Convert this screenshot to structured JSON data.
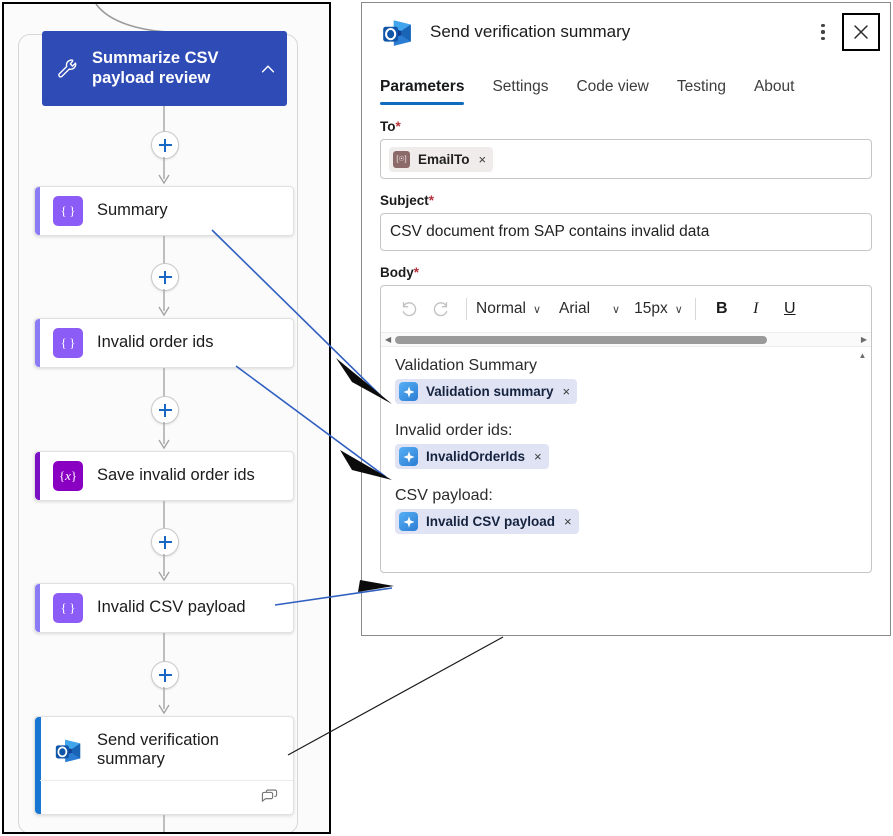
{
  "designer": {
    "scope": {
      "title": "Summarize CSV payload review",
      "icon": "wrench-icon",
      "collapse_icon": "chevron-up-icon",
      "color": "#2f4bb6"
    },
    "nodes": [
      {
        "label": "Summary",
        "icon": "expression-icon",
        "glyph": "{ }",
        "accent": "#8b7cf6",
        "icon_bg": "#8b5cf6"
      },
      {
        "label": "Invalid order ids",
        "icon": "expression-icon",
        "glyph": "{ }",
        "accent": "#8b7cf6",
        "icon_bg": "#8b5cf6"
      },
      {
        "label": "Save invalid order ids",
        "icon": "variable-icon",
        "glyph": "{x}",
        "accent": "#7a12c4",
        "icon_bg": "#8a00c2"
      },
      {
        "label": "Invalid CSV payload",
        "icon": "expression-icon",
        "glyph": "{ }",
        "accent": "#8b7cf6",
        "icon_bg": "#8b5cf6"
      },
      {
        "label": "Send verification summary",
        "icon": "outlook-icon",
        "glyph": "",
        "accent": "#1776d2",
        "icon_bg": ""
      }
    ],
    "add_button_label": "+",
    "comment_icon": "comment-icon"
  },
  "panel": {
    "title": "Send verification summary",
    "app_icon": "outlook-icon",
    "more_icon": "more-vertical-icon",
    "close_icon": "close-icon",
    "tabs": [
      {
        "label": "Parameters",
        "active": true
      },
      {
        "label": "Settings",
        "active": false
      },
      {
        "label": "Code view",
        "active": false
      },
      {
        "label": "Testing",
        "active": false
      },
      {
        "label": "About",
        "active": false
      }
    ],
    "fields": {
      "to": {
        "label": "To",
        "required": "*",
        "chip": {
          "text": "EmailTo",
          "icon": "parameter-icon",
          "remove_icon": "×"
        }
      },
      "subject": {
        "label": "Subject",
        "required": "*",
        "value": "CSV document from SAP contains invalid data"
      },
      "body": {
        "label": "Body",
        "required": "*",
        "toolbar": {
          "undo_icon": "undo-icon",
          "redo_icon": "redo-icon",
          "style": "Normal",
          "font": "Arial",
          "size": "15px",
          "bold": "B",
          "italic": "I",
          "underline": "U",
          "chevron": "∨"
        },
        "content": [
          {
            "type": "text",
            "text": "Validation Summary"
          },
          {
            "type": "token",
            "text": "Validation summary",
            "icon": "dynamic-content-icon",
            "remove_icon": "×"
          },
          {
            "type": "gap"
          },
          {
            "type": "text",
            "text": "Invalid order ids:"
          },
          {
            "type": "token",
            "text": "InvalidOrderIds",
            "icon": "dynamic-content-icon",
            "remove_icon": "×"
          },
          {
            "type": "gap"
          },
          {
            "type": "text",
            "text": "CSV payload:"
          },
          {
            "type": "token",
            "text": "Invalid CSV payload",
            "icon": "dynamic-content-icon",
            "remove_icon": "×"
          }
        ],
        "scroll_up_icon": "scroll-up-arrow",
        "scroll_left_icon": "scroll-left-arrow",
        "scroll_right_icon": "scroll-right-arrow"
      }
    }
  },
  "annotations": {
    "arrow_color": "#2f5fc0",
    "leader_color": "#1a1a1a",
    "highlight_color": "#000000"
  }
}
